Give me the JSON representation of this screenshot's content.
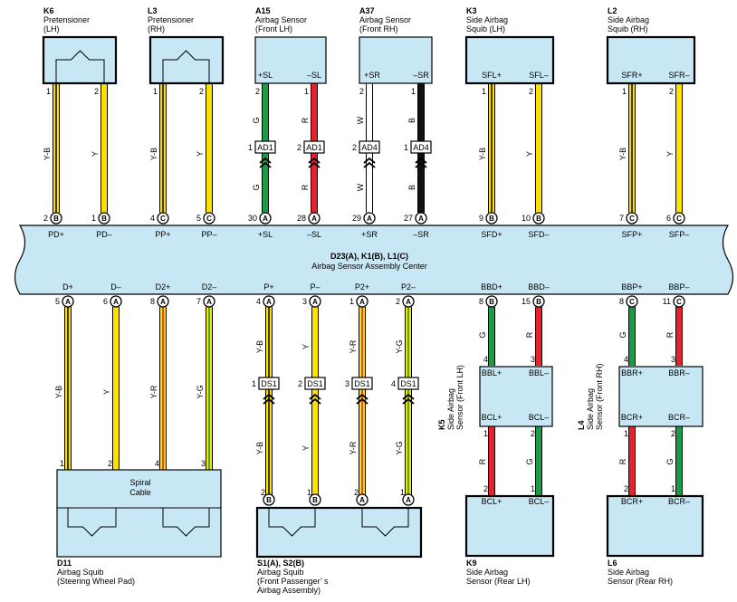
{
  "colors": {
    "Y": "#ffe100",
    "R": "#e8212b",
    "G": "#1a9b46",
    "W": "#ffffff",
    "B": "#111111",
    "box_fill": "#c8e7f4"
  },
  "center": {
    "code": "D23(A), K1(B), L1(C)",
    "name": "Airbag Sensor Assembly Center",
    "top_labels": [
      "PD+",
      "PD–",
      "PP+",
      "PP–",
      "+SL",
      "–SL",
      "+SR",
      "–SR",
      "SFD+",
      "SFD–",
      "SFP+",
      "SFP–"
    ],
    "bottom_labels": [
      "D+",
      "D–",
      "D2+",
      "D2–",
      "P+",
      "P–",
      "P2+",
      "P2–",
      "BBD+",
      "BBD–",
      "BBP+",
      "BBP–"
    ]
  },
  "components": {
    "k6": {
      "code": "K6",
      "name": "Pretensioner",
      "side": "(LH)"
    },
    "l3": {
      "code": "L3",
      "name": "Pretensioner",
      "side": "(RH)"
    },
    "a15": {
      "code": "A15",
      "name": "Airbag Sensor",
      "side": "(Front LH)",
      "pin_a": "+SL",
      "pin_b": "–SL"
    },
    "a37": {
      "code": "A37",
      "name": "Airbag Sensor",
      "side": "(Front RH)",
      "pin_a": "+SR",
      "pin_b": "–SR"
    },
    "k3": {
      "code": "K3",
      "name": "Side Airbag",
      "side": "Squib (LH)",
      "pin_a": "SFL+",
      "pin_b": "SFL–"
    },
    "l2": {
      "code": "L2",
      "name": "Side Airbag",
      "side": "Squib (RH)",
      "pin_a": "SFR+",
      "pin_b": "SFR–"
    },
    "d11": {
      "code": "D11",
      "line1": "Airbag Squib",
      "line2": "(Steering Wheel Pad)",
      "inner": [
        "Spiral",
        "Cable"
      ]
    },
    "s1": {
      "code": "S1(A), S2(B)",
      "line1": "Airbag Squib",
      "line2": "(Front Passenger’ s",
      "line3": " Airbag Assembly)"
    },
    "k5": {
      "code": "K5",
      "line1": "Side Airbag",
      "line2": "Sensor (Front LH)",
      "t1": "BBL+",
      "t2": "BBL–",
      "b1": "BCL+",
      "b2": "BCL–"
    },
    "l4": {
      "code": "L4",
      "line1": "Side Airbag",
      "line2": "Sensor (Front RH)",
      "t1": "BBR+",
      "t2": "BBR–",
      "b1": "BCR+",
      "b2": "BCR–"
    },
    "k9": {
      "code": "K9",
      "line1": "Side Airbag",
      "line2": "Sensor (Rear LH)",
      "pin_a": "BCL+",
      "pin_b": "BCL–"
    },
    "l6": {
      "code": "L6",
      "line1": "Side Airbag",
      "line2": "Sensor (Rear RH)",
      "pin_a": "BCR+",
      "pin_b": "BCR–"
    }
  },
  "inline_connectors": {
    "ad1": "AD1",
    "ad4": "AD4",
    "ds1": "DS1"
  },
  "wires_top": [
    {
      "id": "k6-1",
      "color": "Y-B",
      "top_pin": "1",
      "pin": "2",
      "conn": "B"
    },
    {
      "id": "k6-2",
      "color": "Y",
      "top_pin": "2",
      "pin": "1",
      "conn": "B"
    },
    {
      "id": "l3-1",
      "color": "Y-B",
      "top_pin": "1",
      "pin": "4",
      "conn": "C"
    },
    {
      "id": "l3-2",
      "color": "Y",
      "top_pin": "2",
      "pin": "5",
      "conn": "C"
    },
    {
      "id": "a15-1",
      "color": "G",
      "top_pin": "2",
      "inline_pin": "1",
      "pin": "30",
      "conn": "A"
    },
    {
      "id": "a15-2",
      "color": "R",
      "top_pin": "1",
      "inline_pin": "2",
      "pin": "28",
      "conn": "A"
    },
    {
      "id": "a37-1",
      "color": "W",
      "top_pin": "2",
      "inline_pin": "2",
      "pin": "29",
      "conn": "A"
    },
    {
      "id": "a37-2",
      "color": "B",
      "top_pin": "1",
      "inline_pin": "1",
      "pin": "27",
      "conn": "A"
    },
    {
      "id": "k3-1",
      "color": "Y-B",
      "top_pin": "1",
      "pin": "9",
      "conn": "B"
    },
    {
      "id": "k3-2",
      "color": "Y",
      "top_pin": "2",
      "pin": "10",
      "conn": "B"
    },
    {
      "id": "l2-1",
      "color": "Y-B",
      "top_pin": "1",
      "pin": "7",
      "conn": "C"
    },
    {
      "id": "l2-2",
      "color": "Y",
      "top_pin": "2",
      "pin": "6",
      "conn": "C"
    }
  ],
  "wires_bottom": [
    {
      "id": "d-1",
      "color": "Y-B",
      "pin": "5",
      "conn": "A",
      "end_pin": "1"
    },
    {
      "id": "d-2",
      "color": "Y",
      "pin": "6",
      "conn": "A",
      "end_pin": "2"
    },
    {
      "id": "d-3",
      "color": "Y-R",
      "pin": "8",
      "conn": "A",
      "end_pin": "4"
    },
    {
      "id": "d-4",
      "color": "Y-G",
      "pin": "7",
      "conn": "A",
      "end_pin": "3"
    },
    {
      "id": "p-1",
      "color": "Y-B",
      "pin": "4",
      "conn": "A",
      "inline_pin": "1",
      "end_pin": "2",
      "end_conn": "B"
    },
    {
      "id": "p-2",
      "color": "Y",
      "pin": "3",
      "conn": "A",
      "inline_pin": "2",
      "end_pin": "1",
      "end_conn": "B"
    },
    {
      "id": "p-3",
      "color": "Y-R",
      "pin": "1",
      "conn": "A",
      "inline_pin": "3",
      "end_pin": "2",
      "end_conn": "A"
    },
    {
      "id": "p-4",
      "color": "Y-G",
      "pin": "2",
      "conn": "A",
      "inline_pin": "4",
      "end_pin": "1",
      "end_conn": "A"
    },
    {
      "id": "bbd-1",
      "color": "G",
      "pin": "8",
      "conn": "B",
      "end_pin": "4"
    },
    {
      "id": "bbd-2",
      "color": "R",
      "pin": "15",
      "conn": "B",
      "end_pin": "3"
    },
    {
      "id": "bbp-1",
      "color": "G",
      "pin": "8",
      "conn": "C",
      "end_pin": "4"
    },
    {
      "id": "bbp-2",
      "color": "R",
      "pin": "11",
      "conn": "C",
      "end_pin": "3"
    }
  ],
  "wires_rear": [
    {
      "id": "k5-k9-1",
      "color": "R",
      "top_pin": "1",
      "end_pin": "2"
    },
    {
      "id": "k5-k9-2",
      "color": "G",
      "top_pin": "2",
      "end_pin": "1"
    },
    {
      "id": "l4-l6-1",
      "color": "R",
      "top_pin": "1",
      "end_pin": "2"
    },
    {
      "id": "l4-l6-2",
      "color": "G",
      "top_pin": "2",
      "end_pin": "1"
    }
  ]
}
